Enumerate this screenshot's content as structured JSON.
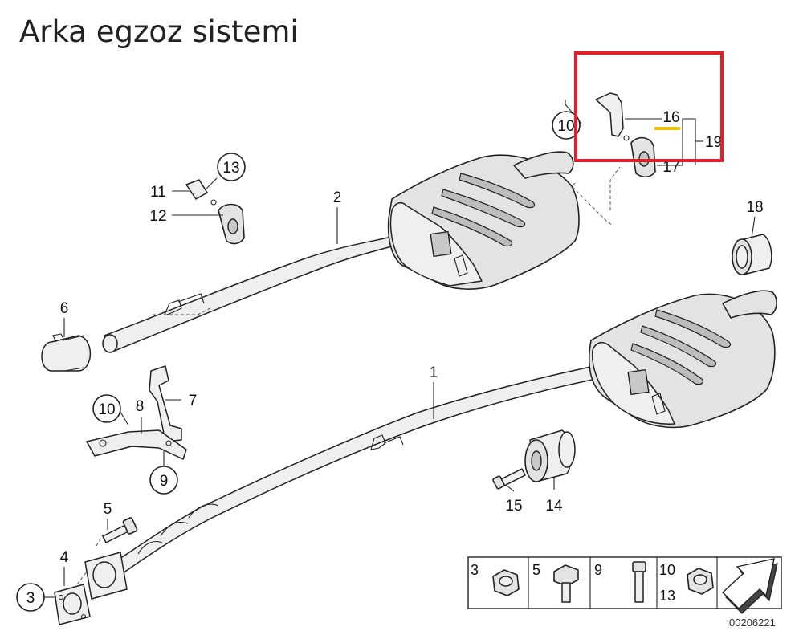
{
  "title": "Arka egzoz sistemi",
  "highlight_color": "#e0202a",
  "underline_color": "#f2c200",
  "diagram_code": "00206221",
  "labels": {
    "p1": "1",
    "p2": "2",
    "p3": "3",
    "p4": "4",
    "p5": "5",
    "p6": "6",
    "p7": "7",
    "p8": "8",
    "p9": "9",
    "p10a": "10",
    "p10b": "10",
    "p11": "11",
    "p12": "12",
    "p13": "13",
    "p14": "14",
    "p15": "15",
    "p16": "16",
    "p17": "17",
    "p18": "18",
    "p19": "19"
  },
  "legend": [
    "3",
    "5",
    "9",
    "10",
    "13"
  ]
}
